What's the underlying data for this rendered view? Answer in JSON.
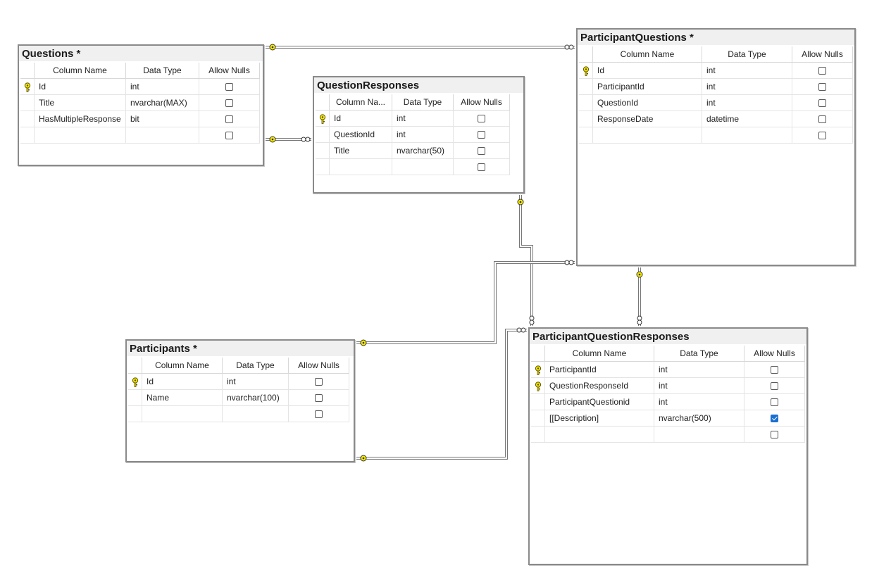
{
  "tables": {
    "questions": {
      "title": "Questions *",
      "headers": [
        "Column Name",
        "Data Type",
        "Allow Nulls"
      ],
      "rows": [
        {
          "name": "Id",
          "type": "int",
          "pk": true,
          "nulls": false
        },
        {
          "name": "Title",
          "type": "nvarchar(MAX)",
          "pk": false,
          "nulls": false
        },
        {
          "name": "HasMultipleResponse",
          "type": "bit",
          "pk": false,
          "nulls": false
        },
        {
          "name": "",
          "type": "",
          "pk": false,
          "nulls": false
        }
      ]
    },
    "question_responses": {
      "title": "QuestionResponses",
      "headers": [
        "Column Na...",
        "Data Type",
        "Allow Nulls"
      ],
      "rows": [
        {
          "name": "Id",
          "type": "int",
          "pk": true,
          "nulls": false
        },
        {
          "name": "QuestionId",
          "type": "int",
          "pk": false,
          "nulls": false
        },
        {
          "name": "Title",
          "type": "nvarchar(50)",
          "pk": false,
          "nulls": false
        },
        {
          "name": "",
          "type": "",
          "pk": false,
          "nulls": false
        }
      ]
    },
    "participant_questions": {
      "title": "ParticipantQuestions *",
      "headers": [
        "Column Name",
        "Data Type",
        "Allow Nulls"
      ],
      "rows": [
        {
          "name": "Id",
          "type": "int",
          "pk": true,
          "nulls": false
        },
        {
          "name": "ParticipantId",
          "type": "int",
          "pk": false,
          "nulls": false
        },
        {
          "name": "QuestionId",
          "type": "int",
          "pk": false,
          "nulls": false
        },
        {
          "name": "ResponseDate",
          "type": "datetime",
          "pk": false,
          "nulls": false
        },
        {
          "name": "",
          "type": "",
          "pk": false,
          "nulls": false
        }
      ]
    },
    "participants": {
      "title": "Participants *",
      "headers": [
        "Column Name",
        "Data Type",
        "Allow Nulls"
      ],
      "rows": [
        {
          "name": "Id",
          "type": "int",
          "pk": true,
          "nulls": false
        },
        {
          "name": "Name",
          "type": "nvarchar(100)",
          "pk": false,
          "nulls": false
        },
        {
          "name": "",
          "type": "",
          "pk": false,
          "nulls": false
        }
      ]
    },
    "participant_question_responses": {
      "title": "ParticipantQuestionResponses",
      "headers": [
        "Column Name",
        "Data Type",
        "Allow Nulls"
      ],
      "rows": [
        {
          "name": "ParticipantId",
          "type": "int",
          "pk": true,
          "nulls": false
        },
        {
          "name": "QuestionResponseId",
          "type": "int",
          "pk": true,
          "nulls": false
        },
        {
          "name": "ParticipantQuestionid",
          "type": "int",
          "pk": false,
          "nulls": false
        },
        {
          "name": "[[Description]",
          "type": "nvarchar(500)",
          "pk": false,
          "nulls": true
        },
        {
          "name": "",
          "type": "",
          "pk": false,
          "nulls": false
        }
      ]
    }
  },
  "relationships": [
    {
      "from": "Questions",
      "to": "ParticipantQuestions"
    },
    {
      "from": "Questions",
      "to": "QuestionResponses"
    },
    {
      "from": "QuestionResponses",
      "to": "ParticipantQuestionResponses"
    },
    {
      "from": "ParticipantQuestions",
      "to": "ParticipantQuestionResponses"
    },
    {
      "from": "Participants",
      "to": "ParticipantQuestions"
    },
    {
      "from": "Participants",
      "to": "ParticipantQuestionResponses"
    }
  ],
  "colors": {
    "key_yellow": "#f5e800",
    "check_blue": "#1a6fd1",
    "border_gray": "#8a8a8a"
  }
}
